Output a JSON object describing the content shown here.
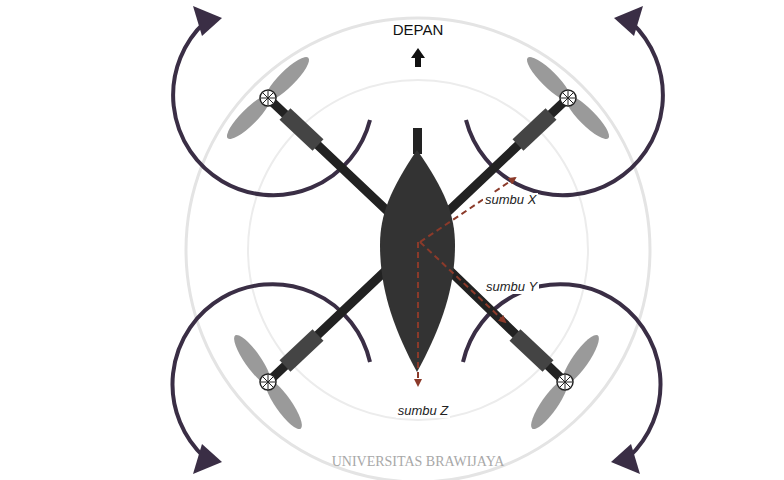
{
  "diagram": {
    "labels": [
      "DEPAN",
      "sumbu X",
      "sumbu Y",
      "sumbu Z",
      "UNIVERSITAS BRAWIJAYA"
    ]
  }
}
